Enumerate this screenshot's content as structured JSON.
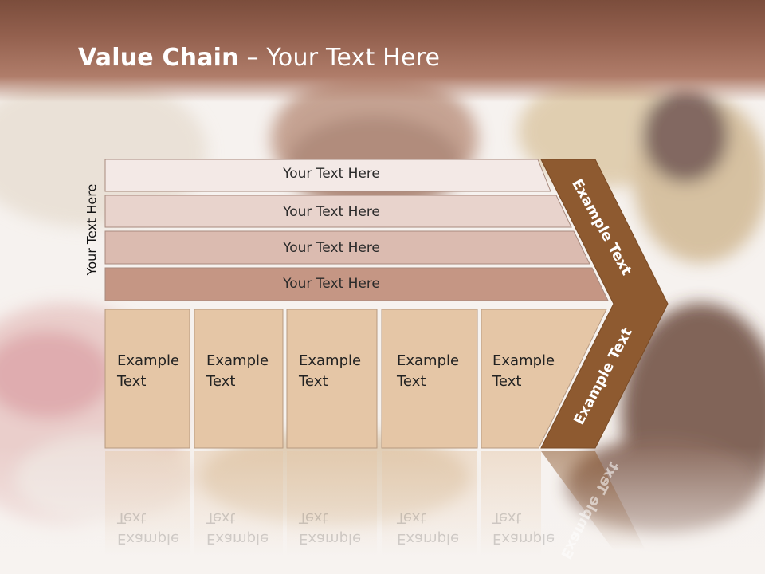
{
  "title": {
    "bold": "Value Chain",
    "rest": " – Your Text Here"
  },
  "side_label": "Your Text Here",
  "rows": [
    {
      "label": "Your Text Here",
      "color": "#f3e9e6"
    },
    {
      "label": "Your Text Here",
      "color": "#e8d3cc"
    },
    {
      "label": "Your Text Here",
      "color": "#dbbbb0"
    },
    {
      "label": "Your Text Here",
      "color": "#c59684"
    }
  ],
  "columns": [
    {
      "line1": "Example",
      "line2": "Text"
    },
    {
      "line1": "Example",
      "line2": "Text"
    },
    {
      "line1": "Example",
      "line2": "Text"
    },
    {
      "line1": "Example",
      "line2": "Text"
    },
    {
      "line1": "Example",
      "line2": "Text"
    }
  ],
  "chevron": {
    "upper": "Example Text",
    "lower": "Example Text",
    "color": "#8e5a30"
  },
  "colors": {
    "header": "#8f5c4a",
    "column_fill": "#e5c6a6",
    "column_border": "#b89a80"
  }
}
